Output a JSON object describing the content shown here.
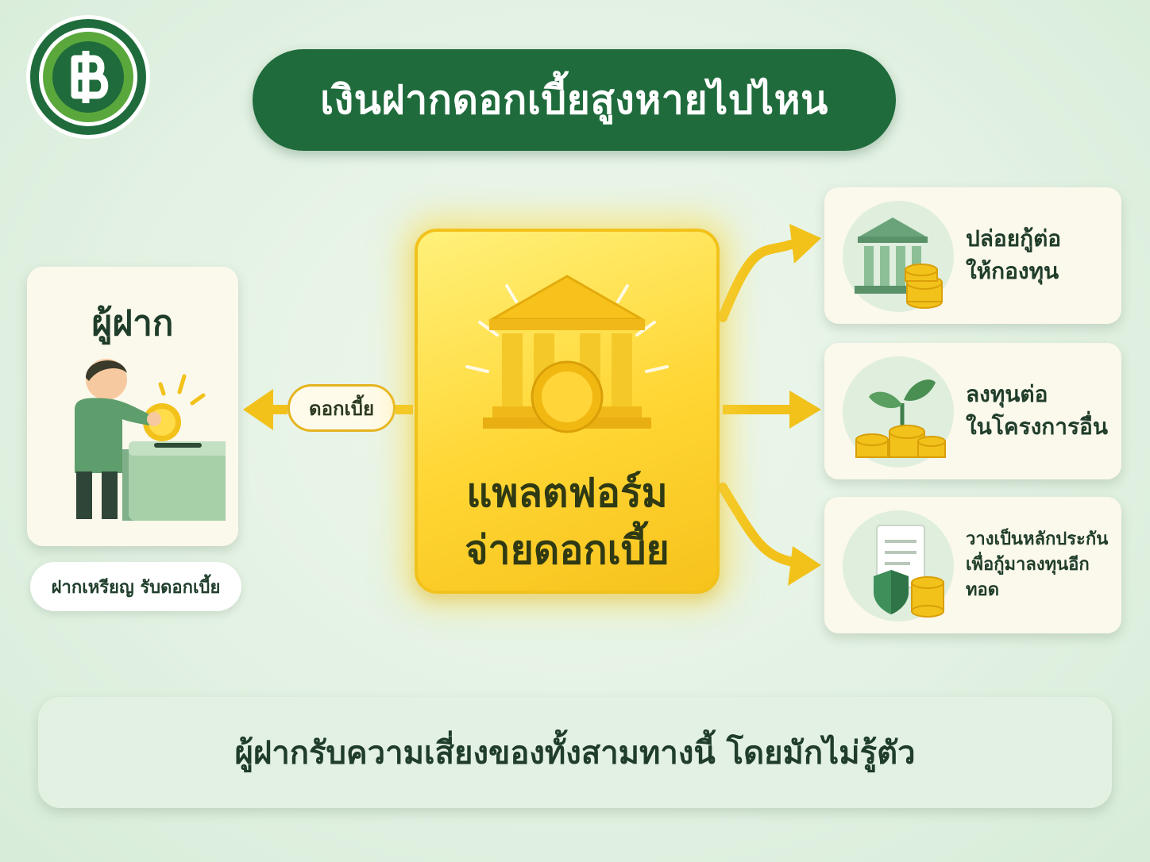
{
  "title": "เงินฝากดอกเบี้ยสูงหายไปไหน",
  "logo": {
    "symbol": "฿",
    "icon": "baht-coin-icon",
    "colors": {
      "outer": "#1f6b3c",
      "ring": "#5aa83c",
      "inner": "#1f6b3c"
    }
  },
  "depositor": {
    "title": "ผู้ฝาก",
    "caption": "ฝากเหรียญ รับดอกเบี้ย",
    "icon": "person-depositing-coin-icon"
  },
  "interest_label": "ดอกเบี้ย",
  "platform": {
    "line1": "แพลตฟอร์ม",
    "line2": "จ่ายดอกเบี้ย",
    "icon": "bank-with-coin-icon"
  },
  "destinations": [
    {
      "lines": [
        "ปล่อยกู้ต่อ",
        "ให้กองทุน"
      ],
      "icon": "bank-coins-icon"
    },
    {
      "lines": [
        "ลงทุนต่อ",
        "ในโครงการอื่น"
      ],
      "icon": "plant-coins-icon"
    },
    {
      "lines": [
        "วางเป็นหลักประกัน",
        "เพื่อกู้มาลงทุนอีกทอด"
      ],
      "icon": "document-shield-coins-icon"
    }
  ],
  "bottom_note": "ผู้ฝากรับความเสี่ยงของทั้งสามทางนี้ โดยมักไม่รู้ตัว",
  "colors": {
    "primary_green": "#1f6b3c",
    "gold": "#f2c21b",
    "card_bg": "#fbf8ec",
    "text_dark": "#1f3d2a"
  }
}
